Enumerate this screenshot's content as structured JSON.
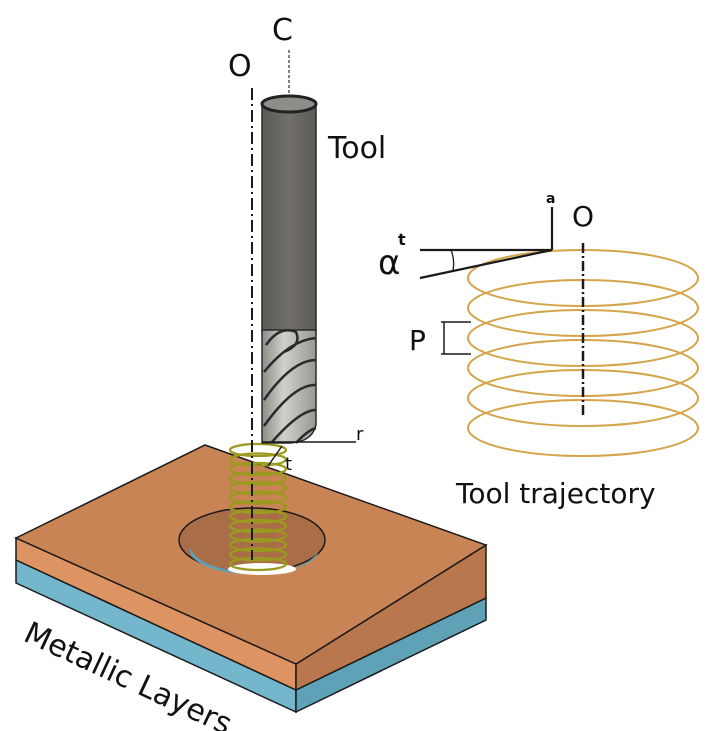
{
  "labels": {
    "axis_c": "C",
    "axis_o_tool": "O",
    "tool": "Tool",
    "axis_o_traj": "O",
    "axis_a": "a",
    "angle_symbol": "α",
    "angle_sub_t": "t",
    "pitch": "P",
    "radial_r": "r",
    "tangent_t": "t",
    "trajectory_caption": "Tool trajectory",
    "layers_caption": "Metallic Layers"
  },
  "colors": {
    "copper_top": "#c98456",
    "copper_side": "#de9462",
    "copper_right": "#b8774c",
    "blue_layer": "#74b6cc",
    "blue_right": "#5fa1b6",
    "tool_shank": "#6b6965",
    "tool_flute": "#b9b7b2",
    "trajectory": "#d4a54a",
    "coil": "#9a9a1e",
    "line": "#1a1a1a"
  }
}
